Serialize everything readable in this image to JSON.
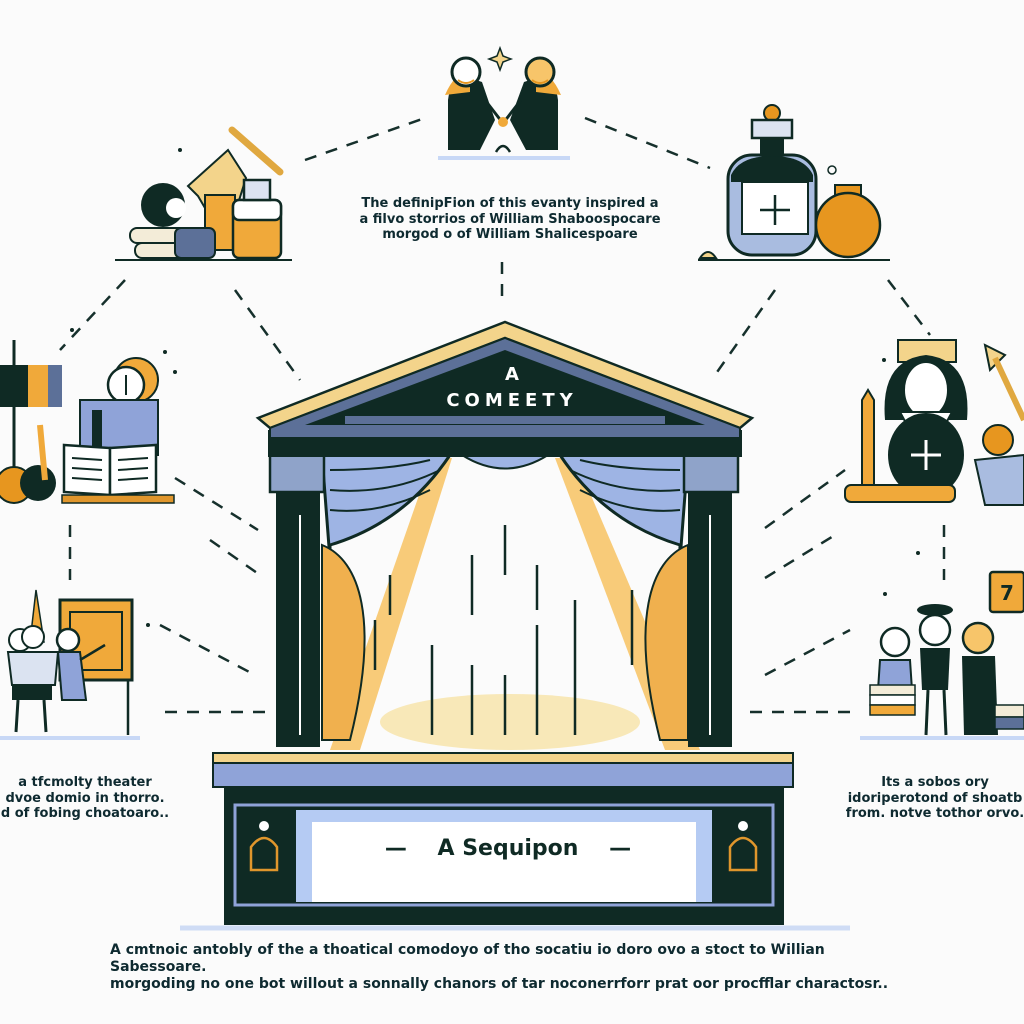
{
  "diagram": {
    "center": {
      "pediment_article": "A",
      "pediment_title": "COMEETY",
      "plaque_label": "A Sequipon",
      "plaque_dash": "—"
    },
    "captions": {
      "top": "The definipFion of this evanty inspired a\na filvo  storrios of William Shaboospocare\nmorgod o of William Shalicespoare",
      "left": "a tfcmolty theater\ndvoe domio in thorro.\nd of fobing choatoaro..",
      "right": "Its a sobos ory\nidoriperotond of shoatb\nfrom. notve tothor orvo.",
      "bottom": "A cmtnoic antobly of the a thoatical comodoyo of tho socatiu io doro ovo a stoct to Willian Sabessoare.\nmorgoding no one bot willout a sonnally  chanors of tar noconerrforr prat oor procfflar charactosr.."
    },
    "nodes": [
      {
        "id": "top",
        "label": "two-actors-shaking-hands"
      },
      {
        "id": "top-left",
        "label": "books-skull-potion"
      },
      {
        "id": "top-right",
        "label": "bottle-and-flask"
      },
      {
        "id": "mid-left",
        "label": "lamp-clock-open-book"
      },
      {
        "id": "mid-right",
        "label": "shakespeare-bust"
      },
      {
        "id": "bottom-left",
        "label": "audience-at-easel"
      },
      {
        "id": "bottom-right",
        "label": "group-of-characters"
      }
    ],
    "speech_badge": "7",
    "colors": {
      "dark": "#0f2a24",
      "navy": "#2d3f5a",
      "slate_blue": "#5c7098",
      "light_blue": "#9eb4e4",
      "pale_blue": "#c8d8f6",
      "orange": "#e7961f",
      "light_orange": "#f7c56a",
      "sand": "#f3d48b",
      "background": "#fbfbfb"
    }
  }
}
